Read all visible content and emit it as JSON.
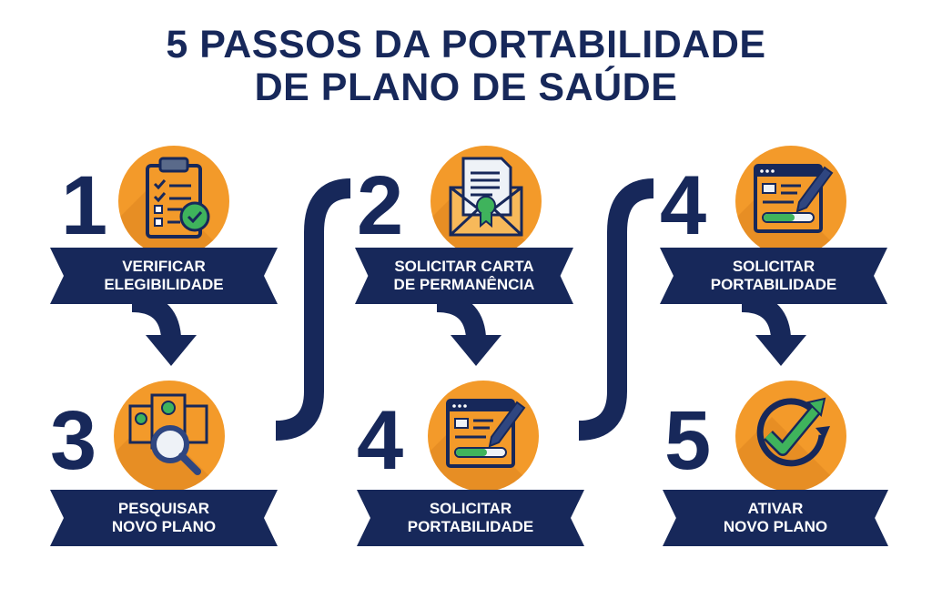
{
  "title": {
    "line1": "5 PASSOS DA PORTABILIDADE",
    "line2": "DE PLANO DE SAÚDE"
  },
  "colors": {
    "navy": "#17285a",
    "orange": "#f39a2a",
    "green": "#3fb35c",
    "white": "#ffffff"
  },
  "steps": [
    {
      "number": "1",
      "icon": "clipboard-checklist-icon",
      "line1": "VERIFICAR",
      "line2": "ELEGIBILIDADE"
    },
    {
      "number": "2",
      "icon": "envelope-certificate-icon",
      "line1": "SOLICITAR CARTA",
      "line2": "DE PERMANÊNCIA"
    },
    {
      "number": "4",
      "icon": "form-pen-icon",
      "line1": "SOLICITAR",
      "line2": "PORTABILIDADE"
    },
    {
      "number": "3",
      "icon": "documents-search-icon",
      "line1": "PESQUISAR",
      "line2": "NOVO PLANO"
    },
    {
      "number": "4",
      "icon": "form-pen-icon",
      "line1": "SOLICITAR",
      "line2": "PORTABILIDADE"
    },
    {
      "number": "5",
      "icon": "refresh-check-icon",
      "line1": "ATIVAR",
      "line2": "NOVO PLANO"
    }
  ]
}
